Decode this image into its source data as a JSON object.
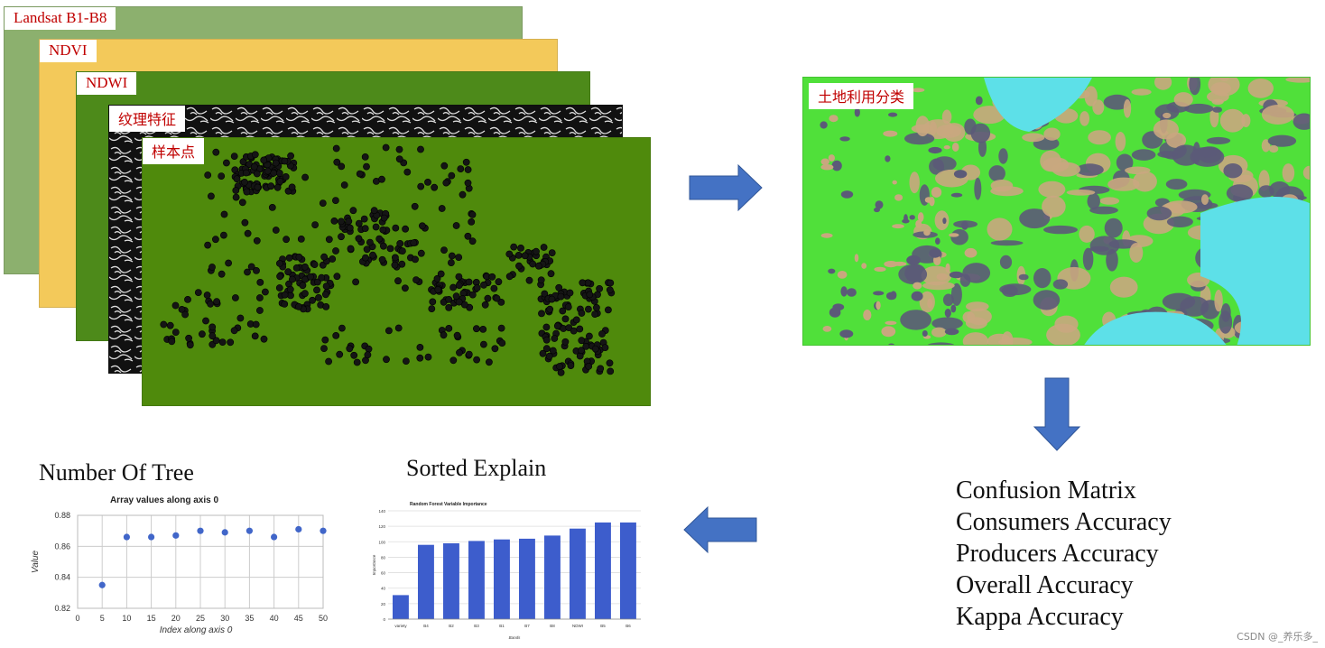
{
  "layers": [
    {
      "label": "Landsat B1-B8",
      "color": "#8cb06e"
    },
    {
      "label": "NDVI",
      "color": "#f3c95a"
    },
    {
      "label": "NDWI",
      "color": "#4d8a1a"
    },
    {
      "label": "纹理特征",
      "color": "#111111"
    },
    {
      "label": "样本点",
      "color": "#4f8a0c"
    }
  ],
  "classification": {
    "label": "土地利用分类",
    "colors": {
      "vegetation": "#50e03a",
      "urban": "#c9a77f",
      "built": "#5b5a78",
      "water": "#5de0e8"
    }
  },
  "metrics": [
    "Confusion Matrix",
    "Consumers Accuracy",
    "Producers Accuracy",
    "Overall Accuracy",
    "Kappa Accuracy"
  ],
  "tree_chart": {
    "heading": "Number Of Tree"
  },
  "explain_chart": {
    "heading": "Sorted Explain"
  },
  "chart_data": [
    {
      "type": "scatter",
      "title": "Array values along axis 0",
      "xlabel": "Index along axis 0",
      "ylabel": "Value",
      "x": [
        5,
        10,
        15,
        20,
        25,
        30,
        35,
        40,
        45,
        50
      ],
      "y": [
        0.835,
        0.866,
        0.866,
        0.867,
        0.87,
        0.869,
        0.87,
        0.866,
        0.871,
        0.87
      ],
      "xlim": [
        0,
        50
      ],
      "ylim": [
        0.82,
        0.88
      ],
      "xticks": [
        "0",
        "5",
        "10",
        "15",
        "20",
        "25",
        "30",
        "35",
        "40",
        "45",
        "50"
      ],
      "yticks": [
        "0.82",
        "0.84",
        "0.86",
        "0.88"
      ],
      "grid": true,
      "color": "#4166c9"
    },
    {
      "type": "bar",
      "title": "Random Forest Variable Importance",
      "xlabel": "Bands",
      "ylabel": "Importance",
      "categories": [
        "variety",
        "B4",
        "B2",
        "B3",
        "B1",
        "B7",
        "B8",
        "NDWI",
        "B5",
        "B6"
      ],
      "values": [
        31,
        96,
        98,
        101,
        103,
        104,
        108,
        117,
        125,
        125
      ],
      "ylim": [
        0,
        140
      ],
      "yticks": [
        "0",
        "20",
        "40",
        "60",
        "80",
        "100",
        "120",
        "140"
      ],
      "grid": true,
      "color": "#3d5dcc"
    }
  ],
  "watermark": "CSDN @_养乐多_"
}
